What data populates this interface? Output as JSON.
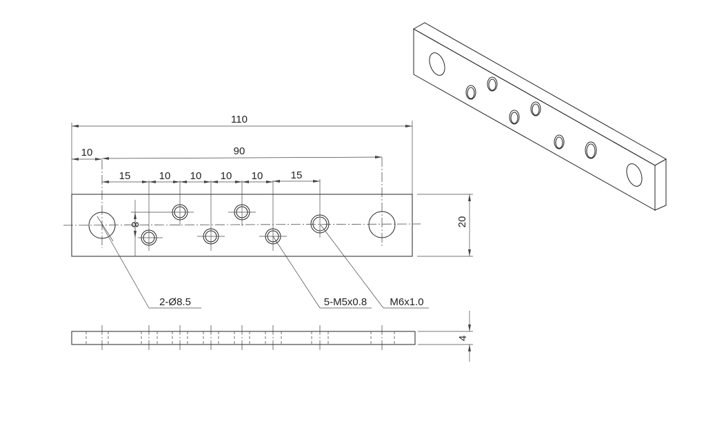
{
  "drawing": {
    "dims": {
      "overall_length": "110",
      "edge_offset": "10",
      "hole_span": "90",
      "chain": [
        "15",
        "10",
        "10",
        "10",
        "10",
        "15"
      ],
      "row_offset": "8",
      "width": "20",
      "thickness": "4"
    },
    "callouts": {
      "large_holes": "2-Ø8.5",
      "m5_holes": "5-M5x0.8",
      "m6_hole": "M6x1.0"
    }
  }
}
